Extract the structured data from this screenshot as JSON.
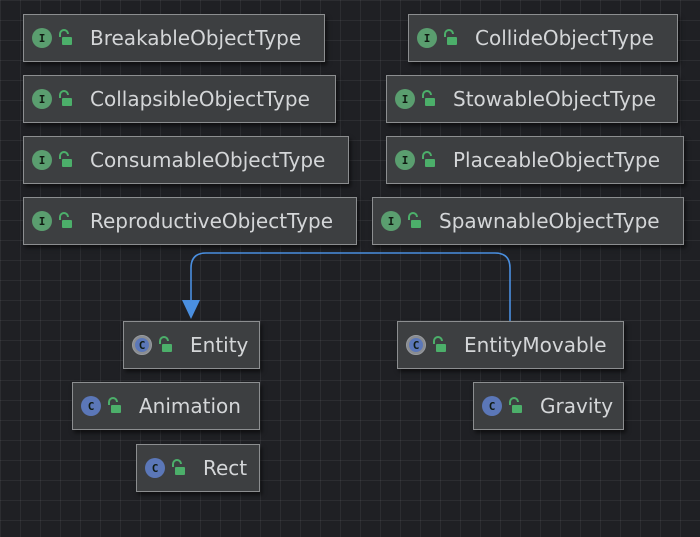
{
  "nodes": {
    "breakable": {
      "name": "BreakableObjectType",
      "kind": "I"
    },
    "collide": {
      "name": "CollideObjectType",
      "kind": "I"
    },
    "collapsible": {
      "name": "CollapsibleObjectType",
      "kind": "I"
    },
    "stowable": {
      "name": "StowableObjectType",
      "kind": "I"
    },
    "consumable": {
      "name": "ConsumableObjectType",
      "kind": "I"
    },
    "placeable": {
      "name": "PlaceableObjectType",
      "kind": "I"
    },
    "reproductive": {
      "name": "ReproductiveObjectType",
      "kind": "I"
    },
    "spawnable": {
      "name": "SpawnableObjectType",
      "kind": "I"
    },
    "entity": {
      "name": "Entity",
      "kind": "C"
    },
    "entity_movable": {
      "name": "EntityMovable",
      "kind": "C"
    },
    "animation": {
      "name": "Animation",
      "kind": "C"
    },
    "gravity": {
      "name": "Gravity",
      "kind": "C"
    },
    "rect": {
      "name": "Rect",
      "kind": "C"
    }
  },
  "edges": [
    {
      "from": "EntityMovable",
      "to": "Entity",
      "type": "extends"
    }
  ],
  "colors": {
    "background": "#1f2024",
    "node_fill": "#3d3f41",
    "interface_icon": "#5a9e6f",
    "class_icon": "#5b77b8",
    "lock_icon": "#4caf6a",
    "edge": "#4a8fe0"
  },
  "icons": {
    "interface": "interface-icon",
    "class": "class-icon",
    "abstract_class": "abstract-class-icon",
    "visibility": "unlocked-icon"
  }
}
